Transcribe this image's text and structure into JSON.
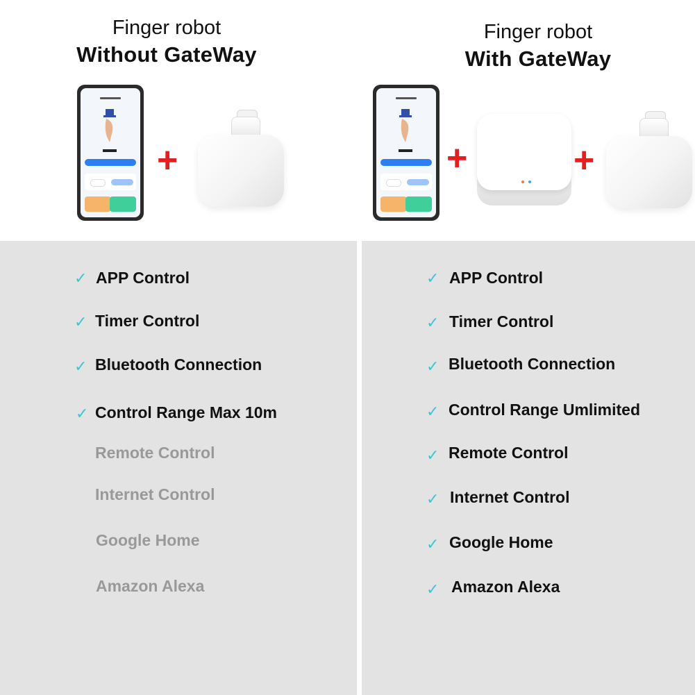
{
  "left": {
    "title_line1": "Finger robot",
    "title_line2": "Without GateWay",
    "features": [
      {
        "label": "APP Control",
        "checked": true
      },
      {
        "label": "Timer Control",
        "checked": true
      },
      {
        "label": "Bluetooth Connection",
        "checked": true
      },
      {
        "label": "Control Range Max 10m",
        "checked": true
      },
      {
        "label": "Remote Control",
        "checked": false
      },
      {
        "label": "Internet Control",
        "checked": false
      },
      {
        "label": "Google Home",
        "checked": false
      },
      {
        "label": "Amazon Alexa",
        "checked": false
      }
    ]
  },
  "right": {
    "title_line1": "Finger robot",
    "title_line2": "With GateWay",
    "features": [
      {
        "label": "APP Control",
        "checked": true
      },
      {
        "label": "Timer Control",
        "checked": true
      },
      {
        "label": "Bluetooth Connection",
        "checked": true
      },
      {
        "label": "Control Range Umlimited",
        "checked": true
      },
      {
        "label": "Remote Control",
        "checked": true
      },
      {
        "label": "Internet Control",
        "checked": true
      },
      {
        "label": "Google Home",
        "checked": true
      },
      {
        "label": "Amazon Alexa",
        "checked": true
      }
    ]
  },
  "symbols": {
    "check": "✓",
    "plus": "+"
  },
  "colors": {
    "check": "#3cc6d3",
    "plus": "#e3201f",
    "panel": "#e3e3e3",
    "disabled_text": "#999999"
  }
}
